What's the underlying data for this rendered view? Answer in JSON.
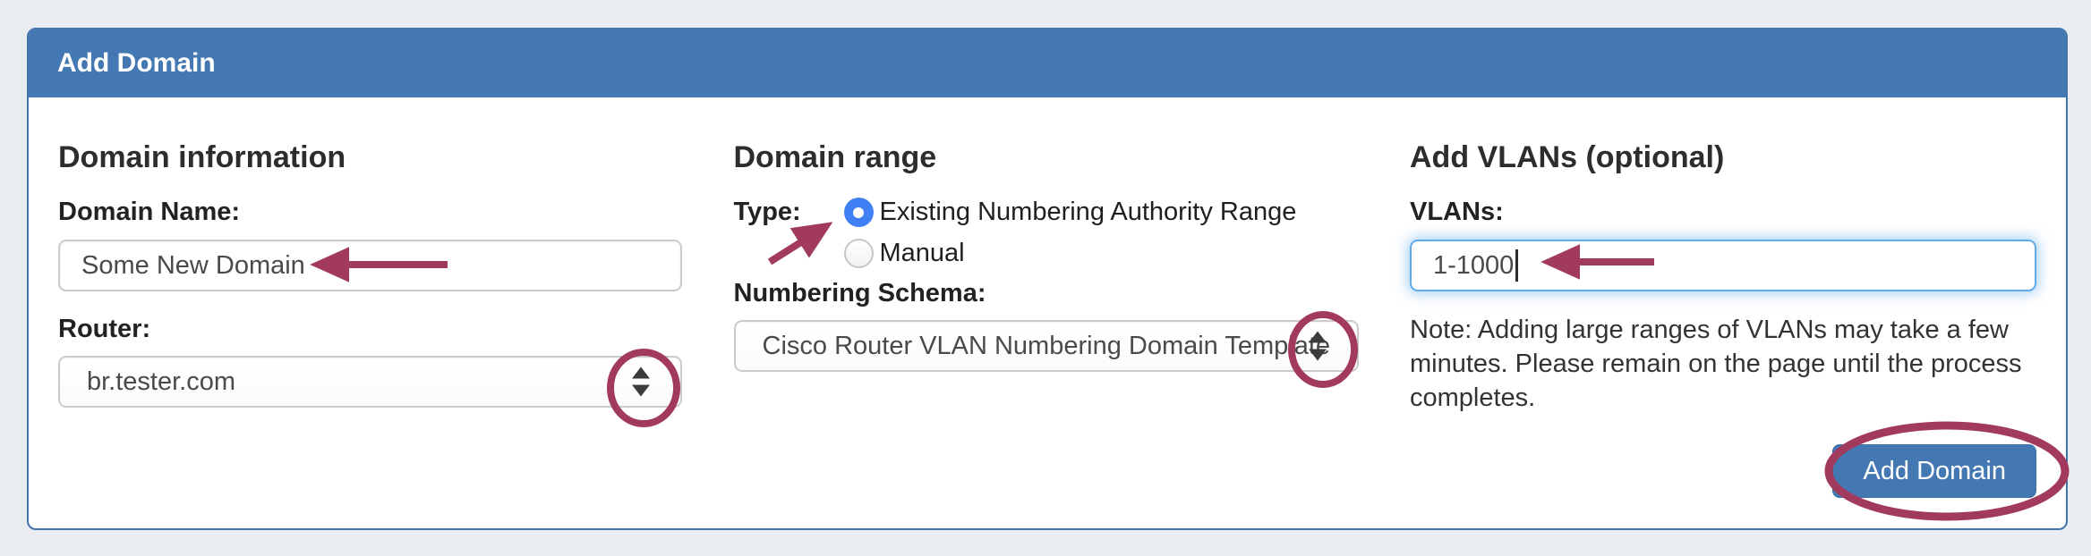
{
  "panel": {
    "header": {
      "title": "Add Domain"
    },
    "sections": {
      "domain_information": {
        "heading": "Domain information",
        "domain_name_label": "Domain Name:",
        "domain_name_value": "Some New Domain",
        "router_label": "Router:",
        "router_value": "br.tester.com"
      },
      "domain_range": {
        "heading": "Domain range",
        "type_label": "Type:",
        "type_options": [
          {
            "label": "Existing Numbering Authority Range",
            "selected": true
          },
          {
            "label": "Manual",
            "selected": false
          }
        ],
        "numbering_schema_label": "Numbering Schema:",
        "numbering_schema_value": "Cisco Router VLAN Numbering Domain Template"
      },
      "add_vlans": {
        "heading": "Add VLANs (optional)",
        "vlans_label": "VLANs:",
        "vlans_value": "1-1000",
        "note": "Note: Adding large ranges of VLANs may take a few minutes. Please remain on the page until the process completes.",
        "submit_button": "Add Domain"
      }
    }
  },
  "icons": {
    "select_stepper": "up-down-triangles",
    "text_cursor": "caret-bar"
  },
  "colors": {
    "page_background": "#e9edf1",
    "panel_border": "#4274a9",
    "header_background": "#4478b2",
    "header_text": "#ffffff",
    "button_background": "#4478b2",
    "radio_selected": "#3f81f4",
    "focus_border": "#63aae8",
    "annotation": "#a23a5e"
  }
}
